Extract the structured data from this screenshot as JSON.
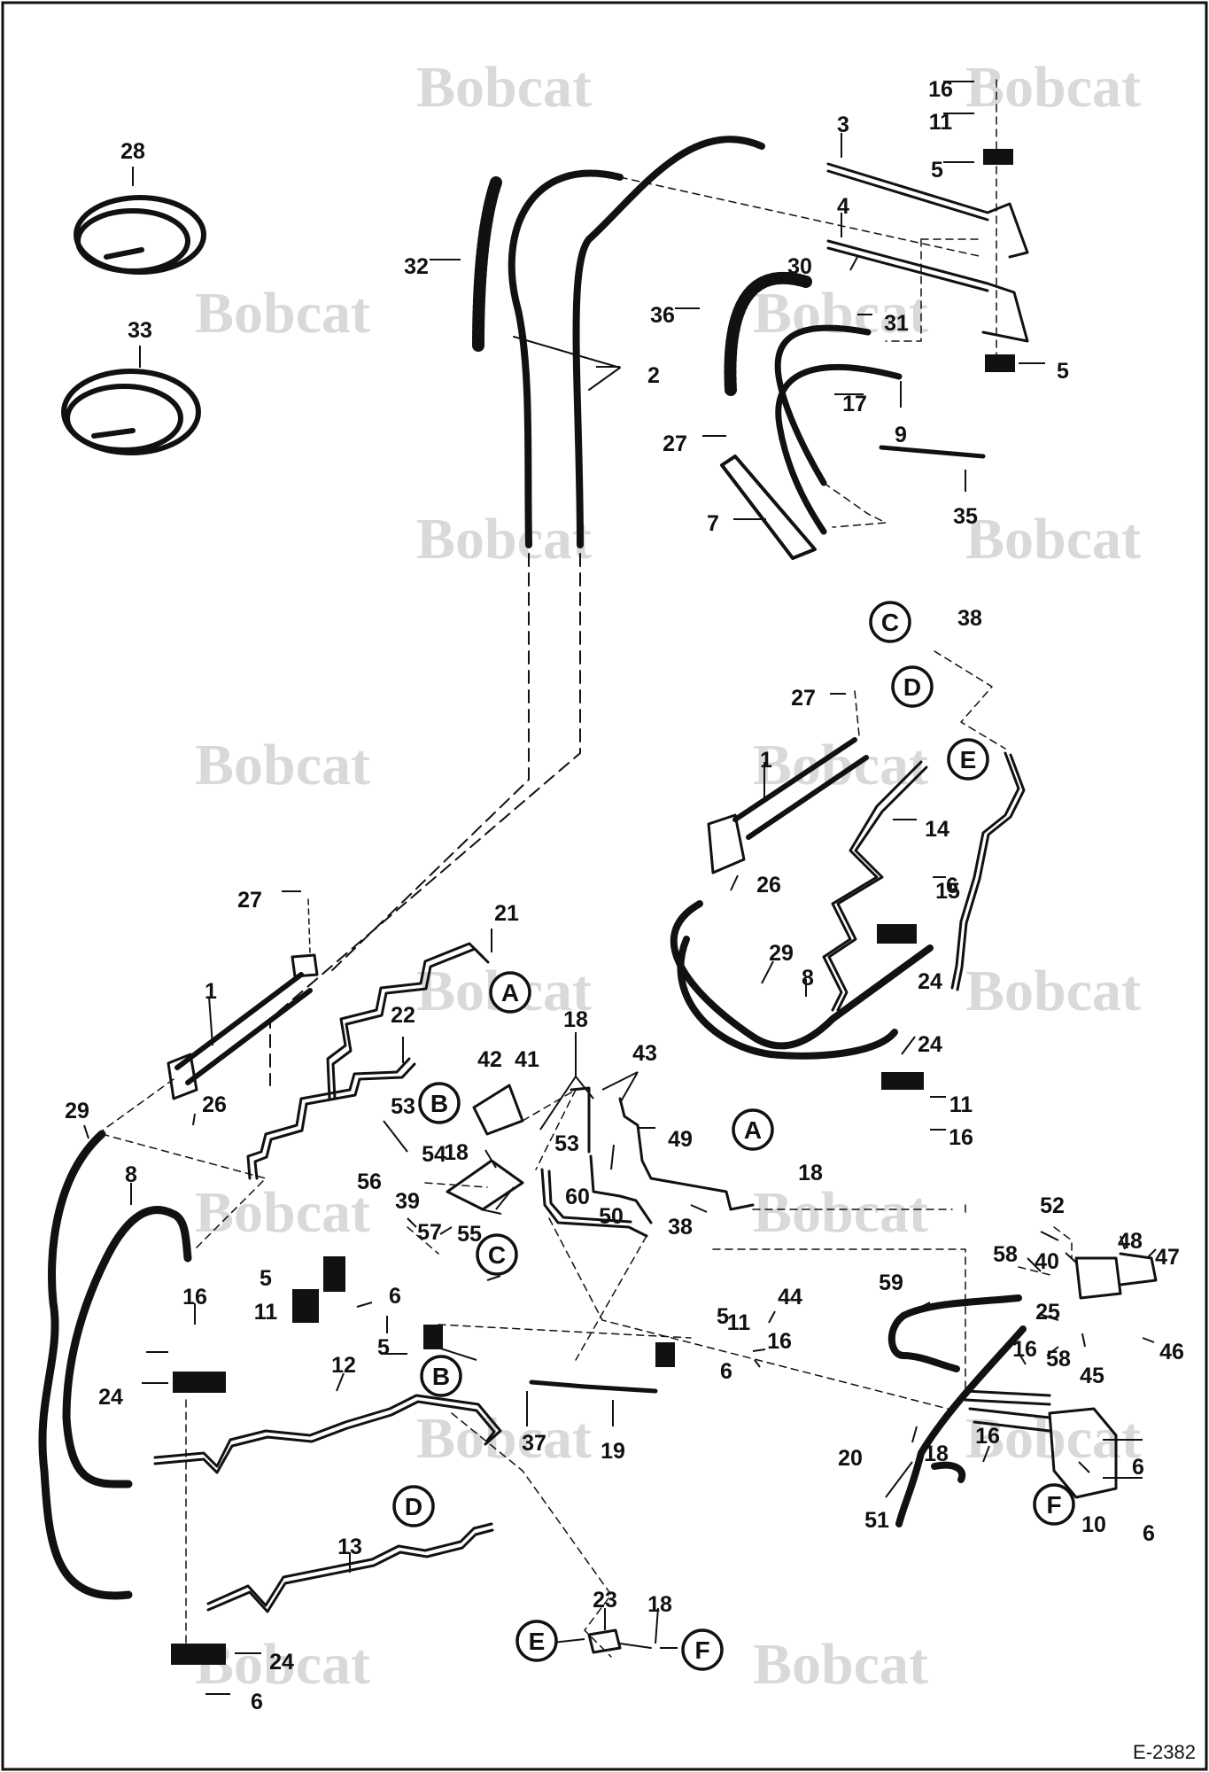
{
  "figure_id": "E-2382",
  "watermark": "Bobcat",
  "part_numbers": [
    {
      "n": "28"
    },
    {
      "n": "33"
    },
    {
      "n": "32"
    },
    {
      "n": "2"
    },
    {
      "n": "3"
    },
    {
      "n": "4"
    },
    {
      "n": "16"
    },
    {
      "n": "11"
    },
    {
      "n": "5"
    },
    {
      "n": "5"
    },
    {
      "n": "30"
    },
    {
      "n": "31"
    },
    {
      "n": "36"
    },
    {
      "n": "17"
    },
    {
      "n": "9"
    },
    {
      "n": "27"
    },
    {
      "n": "7"
    },
    {
      "n": "35"
    },
    {
      "n": "38"
    },
    {
      "n": "27"
    },
    {
      "n": "1"
    },
    {
      "n": "14"
    },
    {
      "n": "15"
    },
    {
      "n": "26"
    },
    {
      "n": "6"
    },
    {
      "n": "29"
    },
    {
      "n": "8"
    },
    {
      "n": "24"
    },
    {
      "n": "24"
    },
    {
      "n": "11"
    },
    {
      "n": "16"
    },
    {
      "n": "27"
    },
    {
      "n": "21"
    },
    {
      "n": "1"
    },
    {
      "n": "26"
    },
    {
      "n": "22"
    },
    {
      "n": "18"
    },
    {
      "n": "42"
    },
    {
      "n": "41"
    },
    {
      "n": "43"
    },
    {
      "n": "29"
    },
    {
      "n": "53"
    },
    {
      "n": "54"
    },
    {
      "n": "18"
    },
    {
      "n": "53"
    },
    {
      "n": "49"
    },
    {
      "n": "8"
    },
    {
      "n": "56"
    },
    {
      "n": "60"
    },
    {
      "n": "18"
    },
    {
      "n": "39"
    },
    {
      "n": "57"
    },
    {
      "n": "55"
    },
    {
      "n": "50"
    },
    {
      "n": "38"
    },
    {
      "n": "52"
    },
    {
      "n": "48"
    },
    {
      "n": "58"
    },
    {
      "n": "40"
    },
    {
      "n": "47"
    },
    {
      "n": "6"
    },
    {
      "n": "44"
    },
    {
      "n": "59"
    },
    {
      "n": "16"
    },
    {
      "n": "11"
    },
    {
      "n": "5"
    },
    {
      "n": "25"
    },
    {
      "n": "11"
    },
    {
      "n": "5"
    },
    {
      "n": "16"
    },
    {
      "n": "16"
    },
    {
      "n": "58"
    },
    {
      "n": "45"
    },
    {
      "n": "46"
    },
    {
      "n": "5"
    },
    {
      "n": "6"
    },
    {
      "n": "24"
    },
    {
      "n": "12"
    },
    {
      "n": "37"
    },
    {
      "n": "19"
    },
    {
      "n": "20"
    },
    {
      "n": "18"
    },
    {
      "n": "16"
    },
    {
      "n": "6"
    },
    {
      "n": "51"
    },
    {
      "n": "10"
    },
    {
      "n": "6"
    },
    {
      "n": "13"
    },
    {
      "n": "23"
    },
    {
      "n": "18"
    },
    {
      "n": "24"
    },
    {
      "n": "6"
    }
  ],
  "connection_points": [
    {
      "letter": "C"
    },
    {
      "letter": "D"
    },
    {
      "letter": "E"
    },
    {
      "letter": "A"
    },
    {
      "letter": "B"
    },
    {
      "letter": "A"
    },
    {
      "letter": "C"
    },
    {
      "letter": "B"
    },
    {
      "letter": "F"
    },
    {
      "letter": "D"
    },
    {
      "letter": "E"
    },
    {
      "letter": "F"
    }
  ]
}
